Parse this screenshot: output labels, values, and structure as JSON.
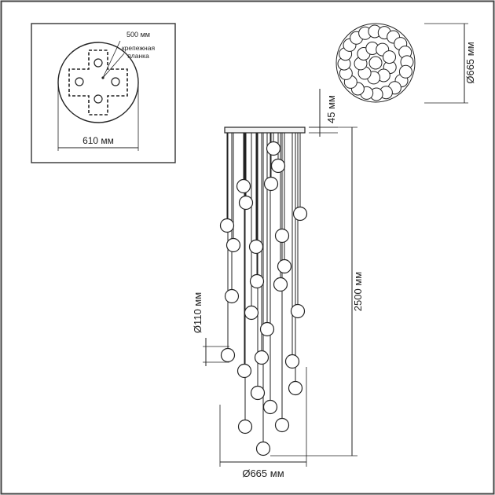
{
  "mount_plate": {
    "plate_label": "500 мм",
    "bracket_label_line1": "крепежная",
    "bracket_label_line2": "планка",
    "diameter_label": "610 мм"
  },
  "top_view": {
    "diameter_label": "Ø665 мм"
  },
  "side_view": {
    "canopy_height_label": "45 мм",
    "drop_height_label": "2500 мм",
    "ball_diameter_label": "Ø110 мм",
    "width_label": "Ø665 мм"
  },
  "colors": {
    "line": "#222222",
    "ball_fill": "#ffffff",
    "canopy_fill": "#f2f2f2"
  }
}
